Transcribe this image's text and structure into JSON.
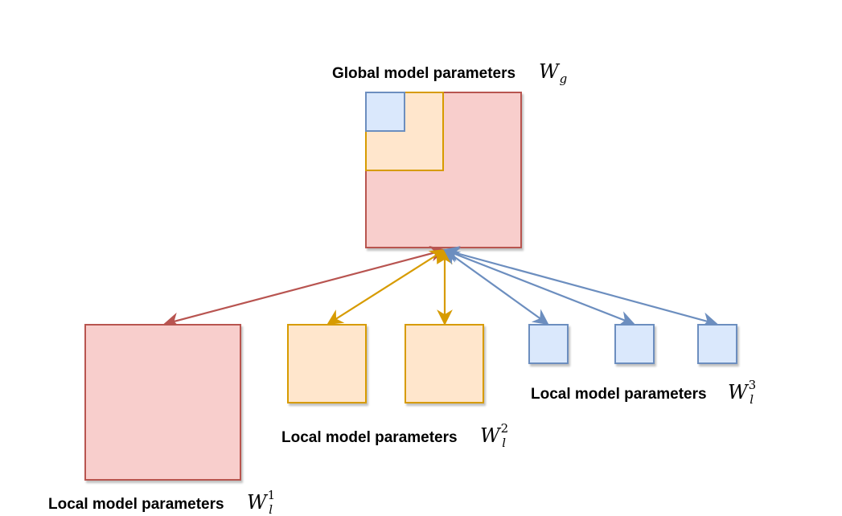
{
  "colors": {
    "red_fill": "#f8cecc",
    "red_stroke": "#b85450",
    "orange_fill": "#ffe6cc",
    "orange_stroke": "#d79b00",
    "blue_fill": "#dae8fc",
    "blue_stroke": "#6c8ebf"
  },
  "global": {
    "label": "Global model parameters",
    "symbol": "W",
    "subscript": "g"
  },
  "local_groups": [
    {
      "label": "Local model parameters",
      "symbol": "W",
      "subscript": "l",
      "superscript": "1"
    },
    {
      "label": "Local model parameters",
      "symbol": "W",
      "subscript": "l",
      "superscript": "2"
    },
    {
      "label": "Local model parameters",
      "symbol": "W",
      "subscript": "l",
      "superscript": "3"
    }
  ]
}
